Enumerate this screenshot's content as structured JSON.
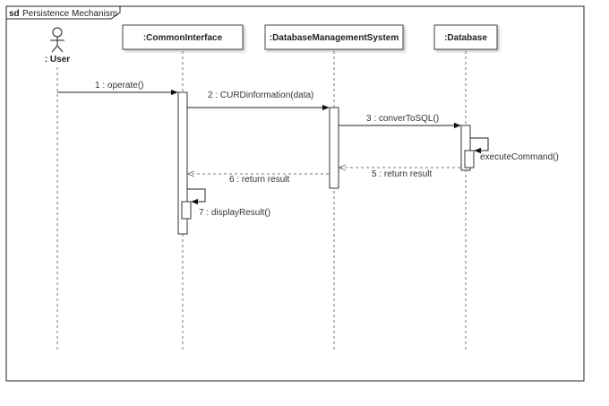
{
  "frame": {
    "keyword": "sd",
    "name": "Persistence Mechanism"
  },
  "actor": {
    "label": ": User"
  },
  "lifelines": [
    {
      "id": "ci",
      "label": ":CommonInterface"
    },
    {
      "id": "dbms",
      "label": ":DatabaseManagementSystem"
    },
    {
      "id": "db",
      "label": ":Database"
    }
  ],
  "messages": [
    {
      "id": "m1",
      "label": "1 : operate()",
      "kind": "sync"
    },
    {
      "id": "m2",
      "label": "2 : CURDinformation(data)",
      "kind": "sync"
    },
    {
      "id": "m3",
      "label": "3 : converToSQL()",
      "kind": "sync"
    },
    {
      "id": "m4",
      "label": "executeCommand()",
      "kind": "self"
    },
    {
      "id": "m5",
      "label": "5 : return result",
      "kind": "return"
    },
    {
      "id": "m6",
      "label": "6 : return result",
      "kind": "return"
    },
    {
      "id": "m7",
      "label": "7 : displayResult()",
      "kind": "self"
    }
  ],
  "colors": {
    "line": "#222222",
    "dash": "#777777",
    "box_fill": "#ffffff"
  }
}
